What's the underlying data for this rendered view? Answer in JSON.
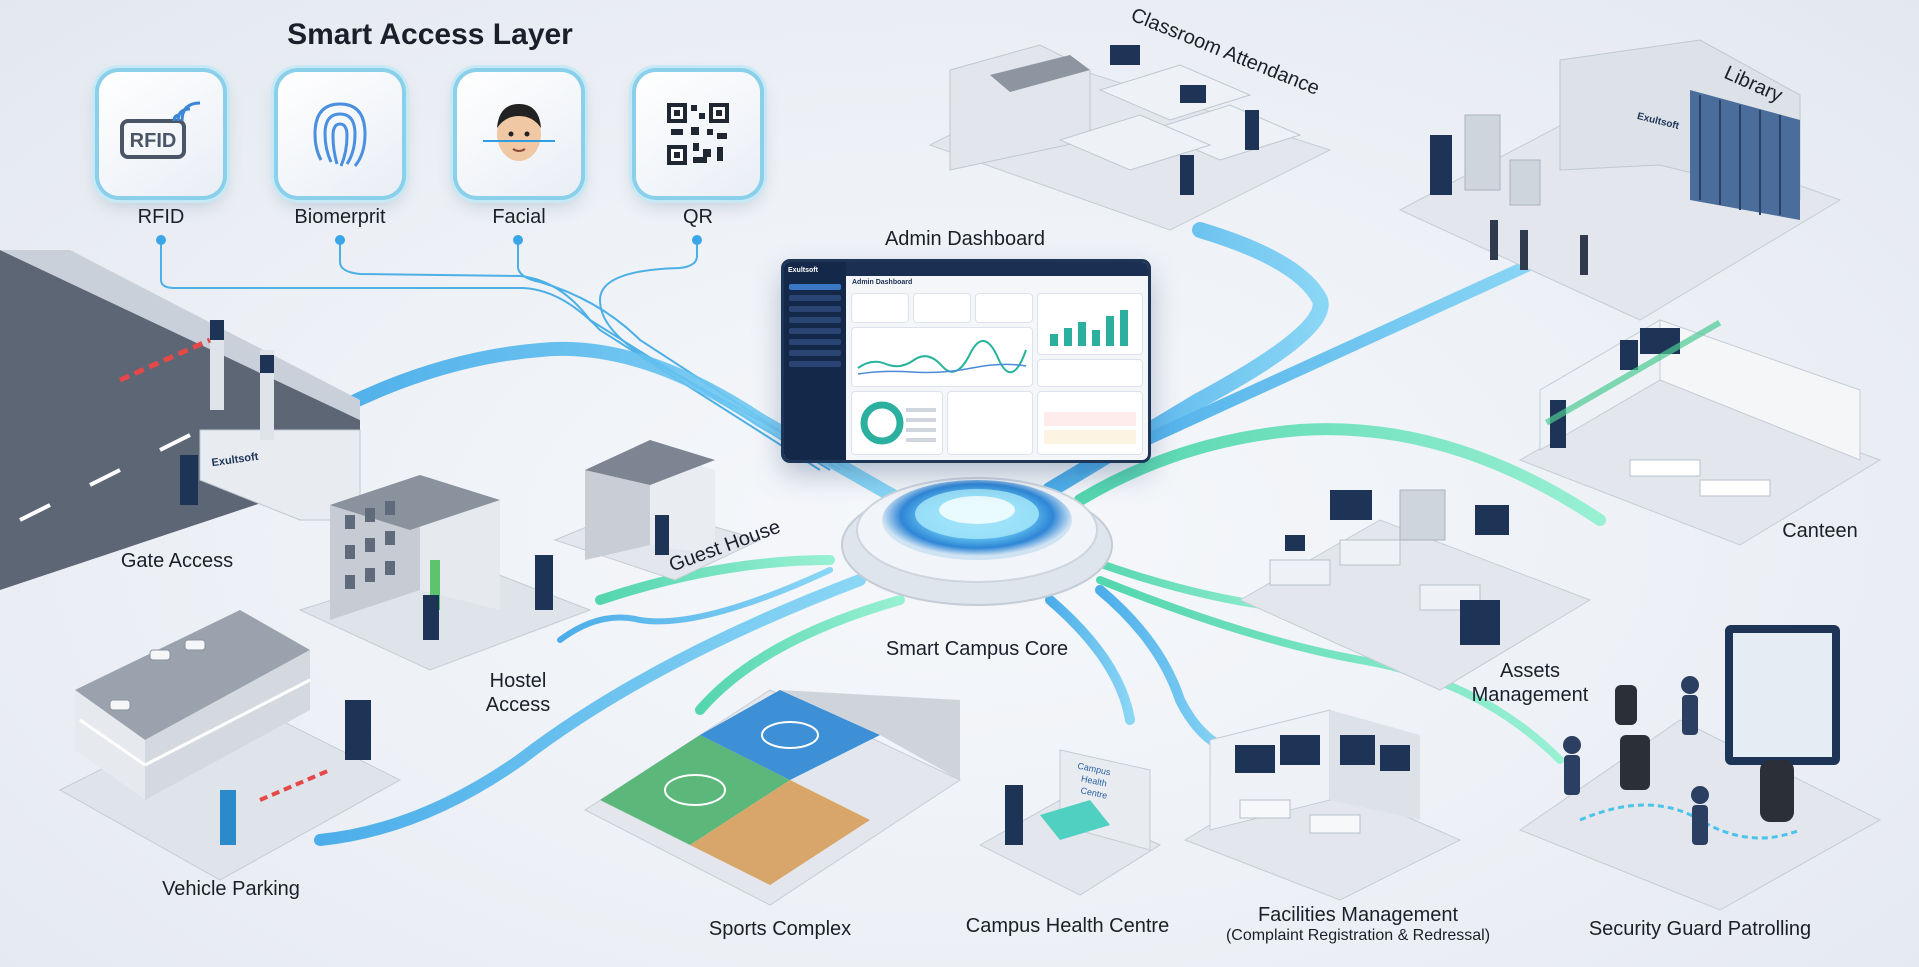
{
  "title": "Smart Access Layer",
  "access_methods": [
    {
      "label": "RFID",
      "icon": "rfid-icon",
      "tile_text": "RFID"
    },
    {
      "label": "Biomerprit",
      "icon": "fingerprint-icon"
    },
    {
      "label": "Facial",
      "icon": "face-icon"
    },
    {
      "label": "QR",
      "icon": "qr-code-icon"
    }
  ],
  "center": {
    "label": "Smart Campus Core"
  },
  "dashboard": {
    "label": "Admin Dashboard",
    "brand": "Exultsoft",
    "screen_title": "Admin Dashboard"
  },
  "modules": {
    "gate_access": "Gate Access",
    "guest_house": "Guest House",
    "hostel_access_1": "Hostel",
    "hostel_access_2": "Access",
    "vehicle_parking": "Vehicle Parking",
    "sports_complex": "Sports Complex",
    "campus_health": "Campus Health Centre",
    "facilities": "Facilities Management",
    "facilities_sub": "(Complaint Registration & Redressal)",
    "security": "Security Guard Patrolling",
    "assets_1": "Assets",
    "assets_2": "Management",
    "canteen": "Canteen",
    "library": "Library",
    "classroom": "Classroom Attendance"
  },
  "signage": {
    "gate_brand": "Exultsoft",
    "library_brand": "Exultsoft",
    "health_sign_1": "Campus",
    "health_sign_2": "Health",
    "health_sign_3": "Centre"
  },
  "colors": {
    "blue_path": "#4fb4ec",
    "green_path": "#4fd9b0",
    "accent": "#2f7fd1",
    "hub": "#5ec6f2"
  }
}
